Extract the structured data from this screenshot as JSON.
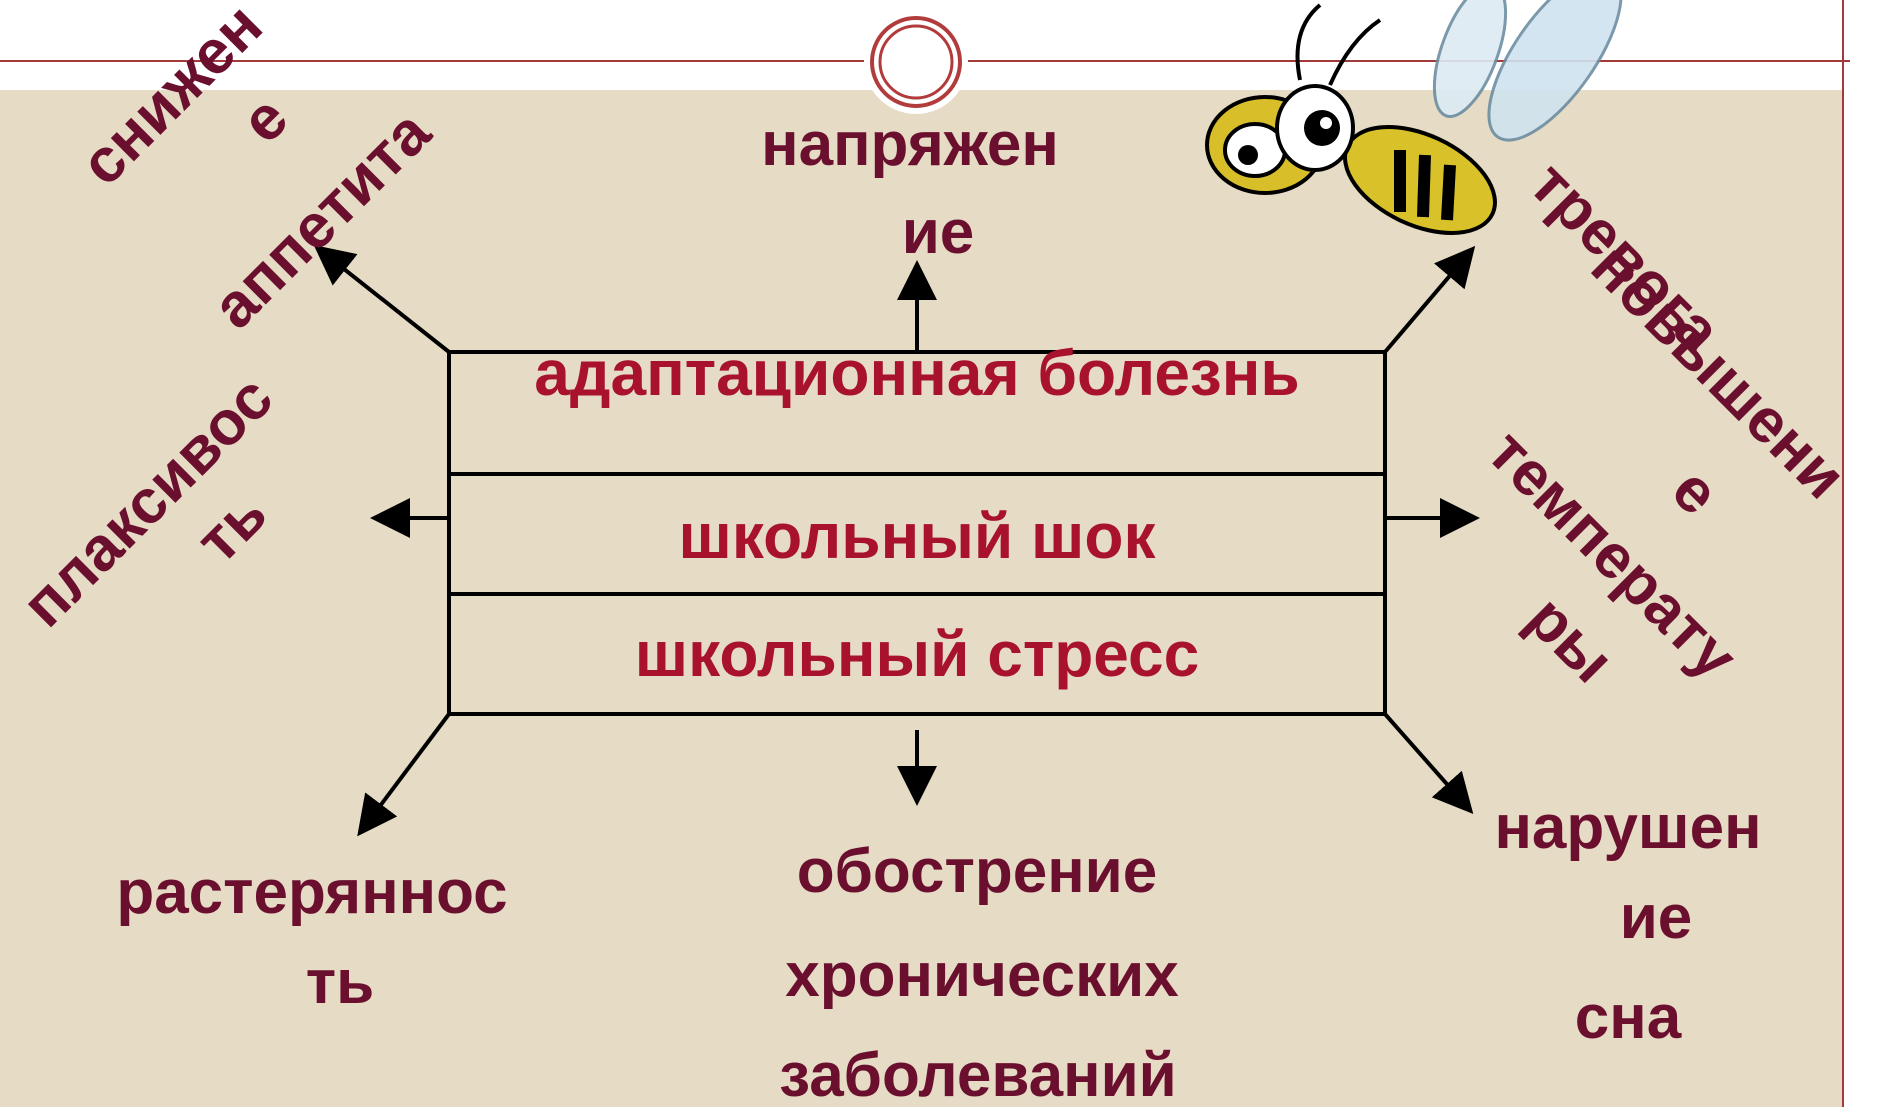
{
  "diagram": {
    "layers": {
      "top": "адаптационная болезнь",
      "middle": "школьный шок",
      "bottom": "школьный стресс"
    },
    "symptoms": {
      "top_center": [
        "напряжен",
        "ие"
      ],
      "top_left": [
        "снижен",
        "е",
        "аппетита"
      ],
      "left": [
        "плаксивос",
        "ть"
      ],
      "top_right_1": "тревога",
      "top_right_2": [
        "повышени",
        "е"
      ],
      "right": [
        "температу",
        "ры"
      ],
      "bottom_left": [
        "растеряннос",
        "ть"
      ],
      "bottom_center": [
        "обострение",
        "хронических",
        "заболеваний"
      ],
      "bottom_right": [
        "нарушен",
        "ие",
        "сна"
      ]
    },
    "colors": {
      "background": "#e6dbc5",
      "label_text": "#6b0f2f",
      "box_text": "#a8122c",
      "accent_line": "#a23a3a"
    },
    "icons": [
      "circle-ornament-icon",
      "bee-icon"
    ]
  }
}
